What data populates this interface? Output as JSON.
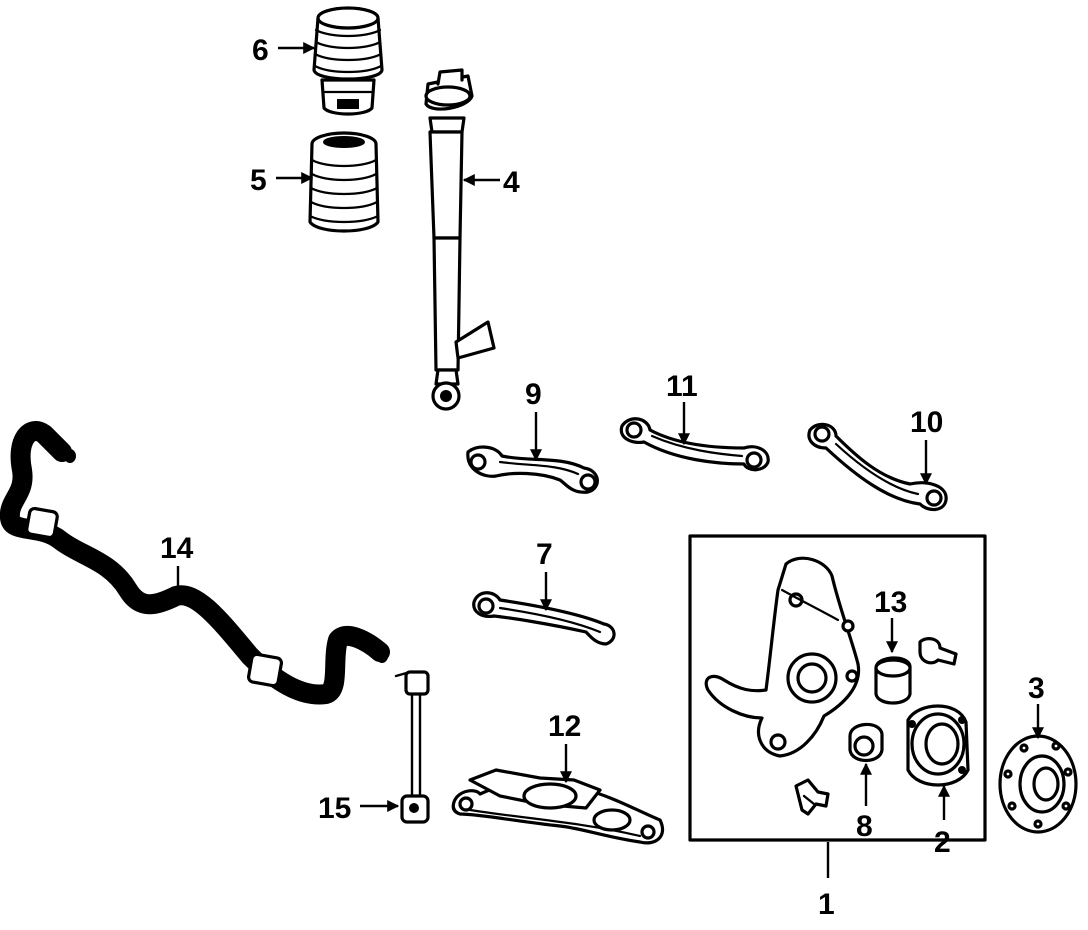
{
  "colors": {
    "line": "#000000",
    "background": "#ffffff"
  },
  "callouts": {
    "c1": "1",
    "c2": "2",
    "c3": "3",
    "c4": "4",
    "c5": "5",
    "c6": "6",
    "c7": "7",
    "c8": "8",
    "c9": "9",
    "c10": "10",
    "c11": "11",
    "c12": "12",
    "c13": "13",
    "c14": "14",
    "c15": "15"
  }
}
